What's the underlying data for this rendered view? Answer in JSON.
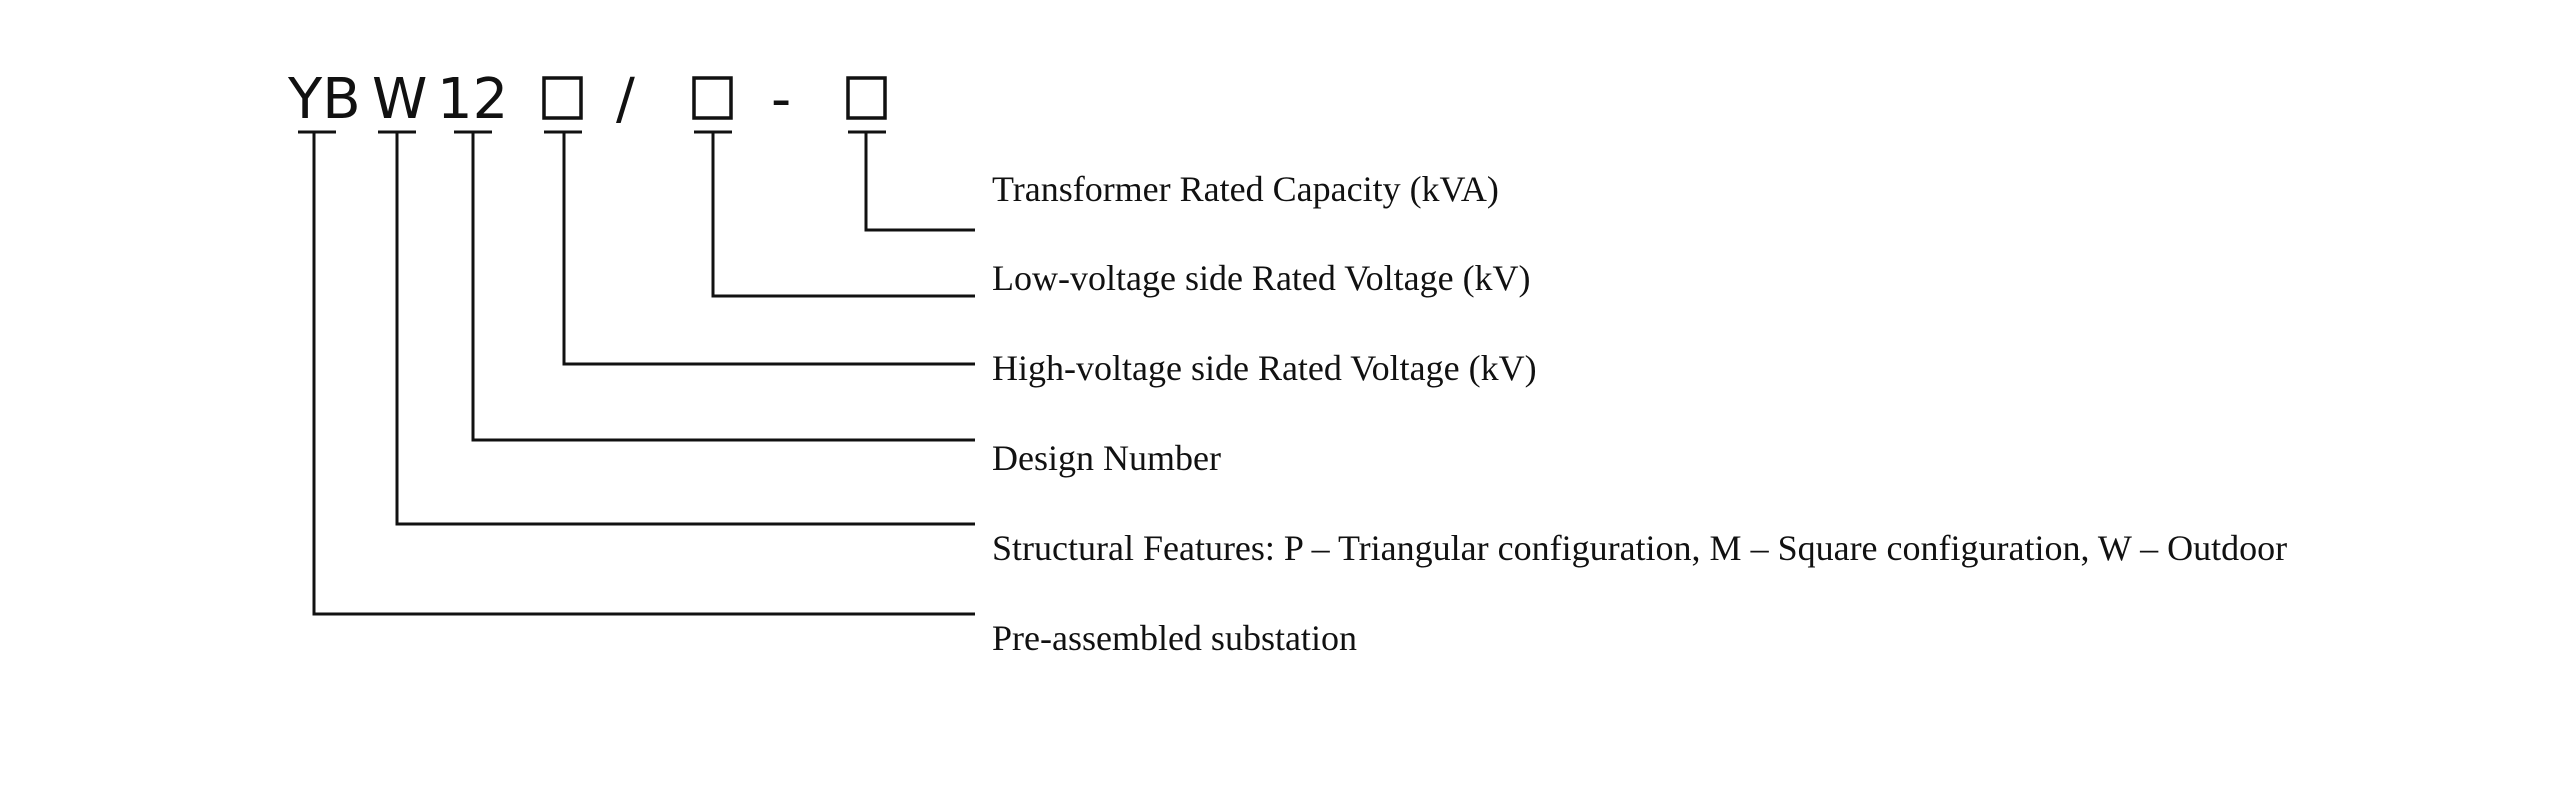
{
  "code": {
    "yb": "YB",
    "w": "W",
    "num": "12",
    "slash": "/",
    "dash": "-"
  },
  "labels": [
    "Transformer Rated Capacity (kVA)",
    "Low-voltage side Rated Voltage (kV)",
    "High-voltage side Rated Voltage (kV)",
    "Design Number",
    "Structural Features: P – Triangular configuration, M – Square configuration, W – Outdoor",
    "Pre-assembled substation"
  ],
  "colors": {
    "ink": "#111111",
    "background": "#ffffff"
  }
}
